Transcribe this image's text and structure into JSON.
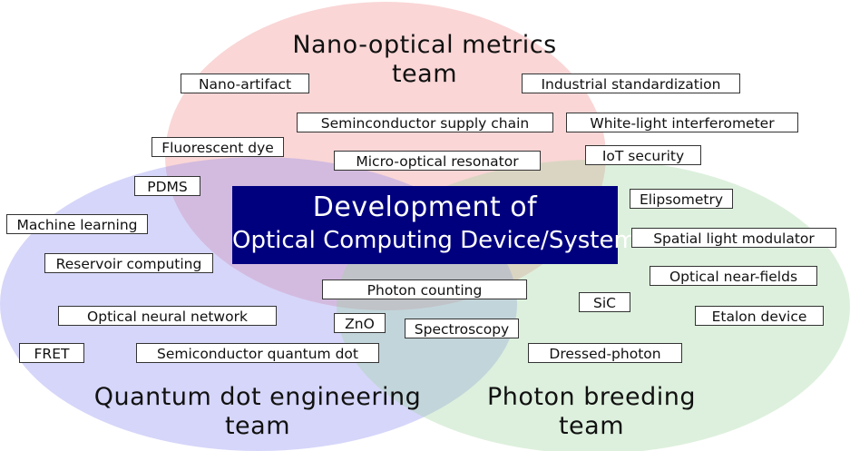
{
  "diagram": {
    "colors": {
      "nano_team_fill": "#f08a8a",
      "quantum_team_fill": "#8a8af0",
      "photon_team_fill": "#9ed49e",
      "center_box_fill": "#00007f",
      "keyword_border": "#333333"
    },
    "teams": {
      "nano": {
        "line1": "Nano-optical metrics",
        "line2": "team"
      },
      "quantum": {
        "line1": "Quantum dot engineering",
        "line2": "team"
      },
      "photon": {
        "line1": "Photon breeding",
        "line2": "team"
      }
    },
    "center": {
      "line1": "Development of",
      "line2": "Optical Computing Device/System"
    },
    "keywords": [
      "Nano-artifact",
      "Industrial standardization",
      "Seminconductor supply chain",
      "White-light interferometer",
      "Fluorescent dye",
      "Micro-optical resonator",
      "IoT security",
      "PDMS",
      "Elipsometry",
      "Machine learning",
      "Spatial light modulator",
      "Reservoir computing",
      "Optical near-fields",
      "Photon counting",
      "SiC",
      "Optical neural network",
      "Etalon device",
      "ZnO",
      "Spectroscopy",
      "FRET",
      "Semiconductor quantum dot",
      "Dressed-photon"
    ]
  }
}
